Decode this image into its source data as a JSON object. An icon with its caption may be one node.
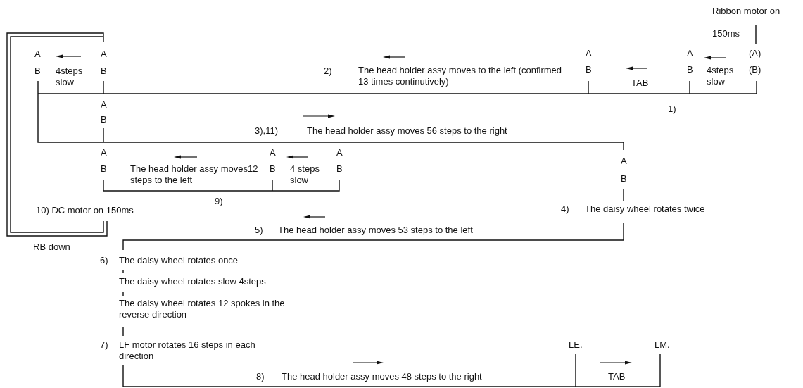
{
  "diagram": {
    "labels": [
      "Ribbon motor on",
      "150ms",
      "A",
      "A",
      "A",
      "A",
      "(A)",
      "B",
      "4steps slow",
      "B",
      "2)",
      "The head holder assy moves to the left (confirmed 13 times continutively)",
      "B",
      "TAB",
      "B",
      "4steps slow",
      "(B)",
      "A",
      "1)",
      "B",
      "3),11)",
      "The head holder assy moves 56 steps to the right",
      "A",
      "A",
      "A",
      "A",
      "B",
      "The head holder assy moves12 steps to the left",
      "B",
      "4 steps slow",
      "B",
      "B",
      "9)",
      "10) DC motor on 150ms",
      "4)",
      "The daisy wheel rotates twice",
      "5)",
      "The head holder assy moves 53 steps to the left",
      "RB down",
      "6)",
      "The daisy wheel rotates once",
      "The daisy wheel rotates slow 4steps",
      "The daisy wheel rotates 12 spokes in the reverse direction",
      "7)",
      "LF motor rotates 16 steps in each direction",
      "LE.",
      "LM.",
      "8)",
      "The head holder assy moves 48 steps to the right",
      "TAB"
    ]
  }
}
